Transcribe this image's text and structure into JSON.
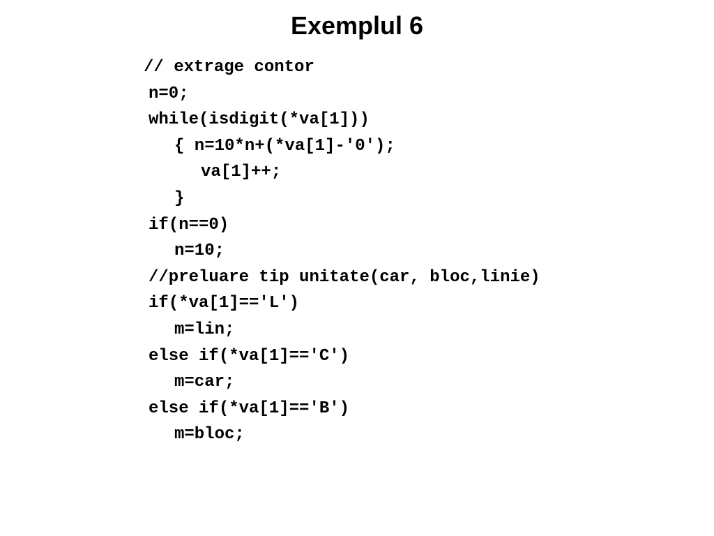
{
  "slide": {
    "title": "Exemplul 6",
    "code_lines": [
      "// extrage contor",
      "n=0;",
      "while(isdigit(*va[1]))",
      "{ n=10*n+(*va[1]-'0');",
      "va[1]++;",
      "}",
      "if(n==0)",
      "n=10;",
      "//preluare tip unitate(car, bloc,linie)",
      "if(*va[1]=='L')",
      "m=lin;",
      "else if(*va[1]=='C')",
      "m=car;",
      "else if(*va[1]=='B')",
      "m=bloc;"
    ]
  }
}
